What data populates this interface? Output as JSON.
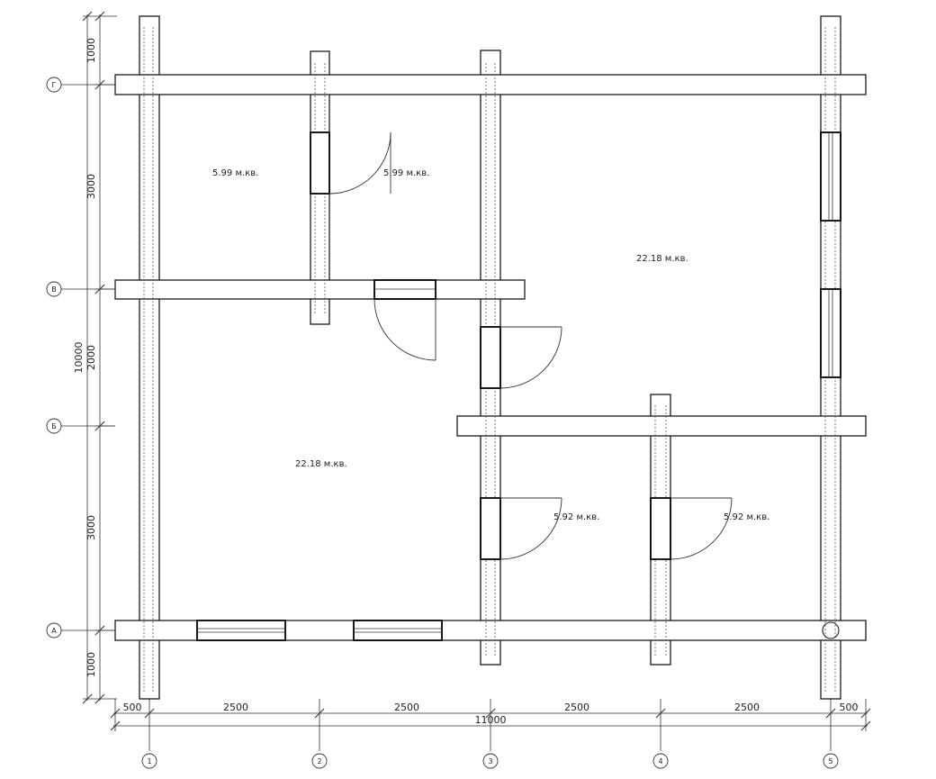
{
  "axes_vertical": [
    {
      "label": "1"
    },
    {
      "label": "2"
    },
    {
      "label": "3"
    },
    {
      "label": "4"
    },
    {
      "label": "5"
    }
  ],
  "axes_horizontal": [
    {
      "label": "Г"
    },
    {
      "label": "В"
    },
    {
      "label": "Б"
    },
    {
      "label": "А"
    }
  ],
  "dims_bottom": [
    "500",
    "2500",
    "2500",
    "2500",
    "2500",
    "500"
  ],
  "dim_bottom_total": "11000",
  "dims_left": [
    "1000",
    "3000",
    "2000",
    "3000",
    "1000"
  ],
  "dim_left_total": "10000",
  "rooms": [
    {
      "area": "5.99 м.кв."
    },
    {
      "area": "5.99 м.кв."
    },
    {
      "area": "22.18 м.кв."
    },
    {
      "area": "22.18 м.кв."
    },
    {
      "area": "5.92 м.кв."
    },
    {
      "area": "5.92 м.кв."
    }
  ]
}
